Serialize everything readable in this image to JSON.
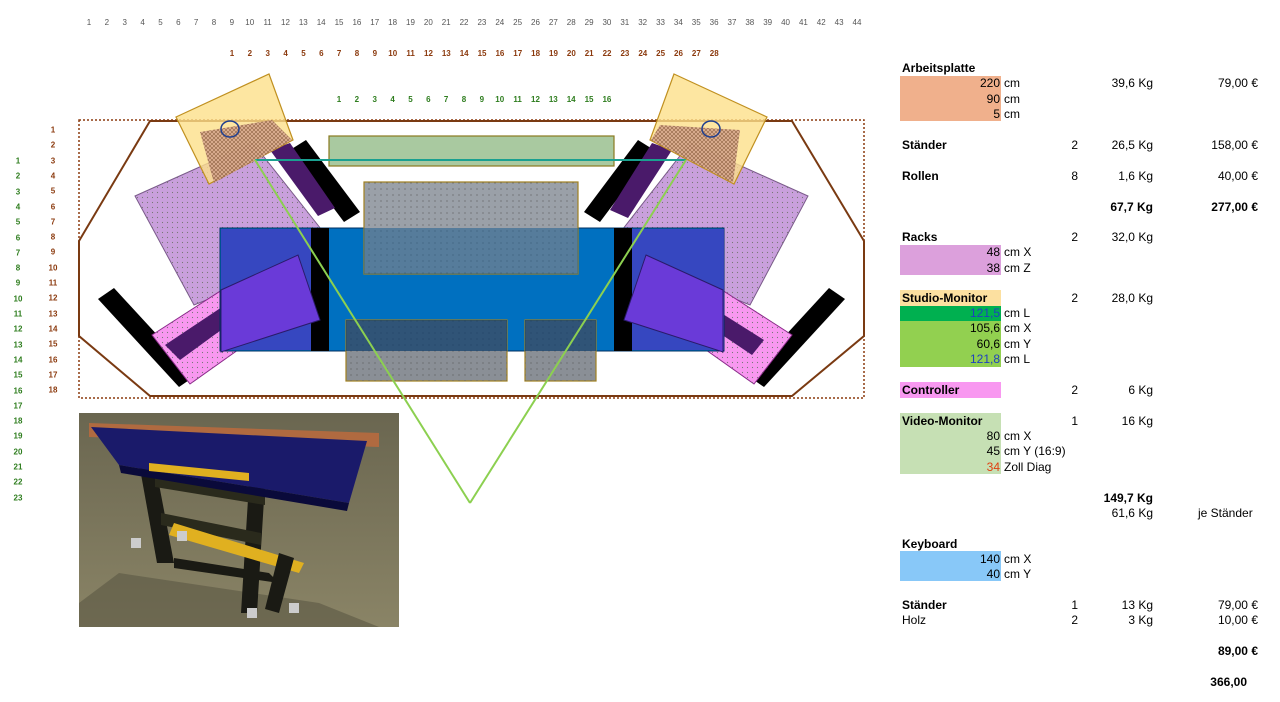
{
  "rulers": {
    "top_gray": [
      "1",
      "2",
      "3",
      "4",
      "5",
      "6",
      "7",
      "8",
      "9",
      "10",
      "11",
      "12",
      "13",
      "14",
      "15",
      "16",
      "17",
      "18",
      "19",
      "20",
      "21",
      "22",
      "23",
      "24",
      "25",
      "26",
      "27",
      "28",
      "29",
      "30",
      "31",
      "32",
      "33",
      "34",
      "35",
      "36",
      "37",
      "38",
      "39",
      "40",
      "41",
      "42",
      "43",
      "44"
    ],
    "top_brown": [
      "1",
      "2",
      "3",
      "4",
      "5",
      "6",
      "7",
      "8",
      "9",
      "10",
      "11",
      "12",
      "13",
      "14",
      "15",
      "16",
      "17",
      "18",
      "19",
      "20",
      "21",
      "22",
      "23",
      "24",
      "25",
      "26",
      "27",
      "28"
    ],
    "top_green": [
      "1",
      "2",
      "3",
      "4",
      "5",
      "6",
      "7",
      "8",
      "9",
      "10",
      "11",
      "12",
      "13",
      "14",
      "15",
      "16"
    ],
    "left_green": [
      "1",
      "2",
      "3",
      "4",
      "5",
      "6",
      "7",
      "8",
      "9",
      "10",
      "11",
      "12",
      "13",
      "14",
      "15",
      "16",
      "17",
      "18",
      "19",
      "20",
      "21",
      "22",
      "23"
    ],
    "left_brown": [
      "1",
      "2",
      "3",
      "4",
      "5",
      "6",
      "7",
      "8",
      "9",
      "10",
      "11",
      "12",
      "13",
      "14",
      "15",
      "16",
      "17",
      "18"
    ]
  },
  "colors": {
    "arbeitsplatte": "#f0b08c",
    "racks": "#dca0dc",
    "studio_monitor_header": "#fce0a0",
    "studio_monitor_dark": "#00b050",
    "studio_monitor_light": "#92d050",
    "controller": "#f898f0",
    "video_monitor": "#c6e0b4",
    "keyboard": "#88c8f8",
    "red_value": "#e04010",
    "blue_value": "#1f3fbf"
  },
  "panel": {
    "arbeitsplatte": {
      "title": "Arbeitsplatte",
      "v1": "220",
      "u1": "cm",
      "v2": "90",
      "u2": "cm",
      "v3": "5",
      "u3": "cm",
      "weight": "39,6 Kg",
      "price": "79,00 €"
    },
    "staender": {
      "title": "Ständer",
      "qty": "2",
      "weight": "26,5 Kg",
      "price": "158,00 €"
    },
    "rollen": {
      "title": "Rollen",
      "qty": "8",
      "weight": "1,6 Kg",
      "price": "40,00 €"
    },
    "subtotal1": {
      "weight": "67,7 Kg",
      "price": "277,00 €"
    },
    "racks": {
      "title": "Racks",
      "qty": "2",
      "weight": "32,0 Kg",
      "v1": "48",
      "u1": "cm X",
      "v2": "38",
      "u2": "cm Z"
    },
    "studio_monitor": {
      "title": "Studio-Monitor",
      "qty": "2",
      "weight": "28,0 Kg",
      "v1": "121,5",
      "u1": "cm L",
      "v2": "105,6",
      "u2": "cm X",
      "v3": "60,6",
      "u3": "cm Y",
      "v4": "121,8",
      "u4": "cm L"
    },
    "controller": {
      "title": "Controller",
      "qty": "2",
      "weight": "6 Kg"
    },
    "video_monitor": {
      "title": "Video-Monitor",
      "qty": "1",
      "weight": "16 Kg",
      "v1": "80",
      "u1": "cm X",
      "v2": "45",
      "u2": "cm Y (16:9)",
      "v3": "34",
      "u3": "Zoll Diag"
    },
    "total_weight": {
      "w1": "149,7 Kg",
      "w2": "61,6 Kg",
      "note": "je Ständer"
    },
    "keyboard": {
      "title": "Keyboard",
      "v1": "140",
      "u1": "cm X",
      "v2": "40",
      "u2": "cm Y"
    },
    "staender2": {
      "title": "Ständer",
      "qty": "1",
      "weight": "13 Kg",
      "price": "79,00 €"
    },
    "holz": {
      "title": "Holz",
      "qty": "2",
      "weight": "3 Kg",
      "price": "10,00 €"
    },
    "subtotal2": {
      "price": "89,00 €"
    },
    "grand_total": {
      "price": "366,00"
    }
  }
}
